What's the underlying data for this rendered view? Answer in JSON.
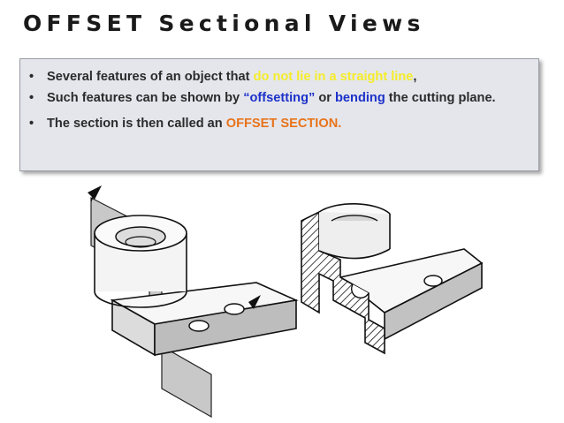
{
  "slide": {
    "title": "OFFSET Sectional Views"
  },
  "bullets": [
    {
      "part1": "Several features of an object that ",
      "highlight": "do not lie in a straight line",
      "part2": ","
    },
    {
      "part1": "Such features can be shown by ",
      "highlight1": "“offsetting”",
      "part2": " or ",
      "highlight2": "bending",
      "part3": " the cutting plane."
    },
    {
      "part1": "The section is then called an ",
      "highlight": "OFFSET SECTION."
    }
  ],
  "colors": {
    "highlight_yellow": "#f5ec2a",
    "highlight_blue": "#1c31c9",
    "highlight_orange": "#e8731a",
    "box_background": "#e4e6ec"
  },
  "figure": {
    "left_icon": "cutting-plane-through-part-icon",
    "right_icon": "offset-section-part-icon"
  }
}
